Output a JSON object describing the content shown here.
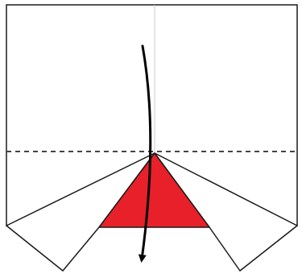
{
  "diagram": {
    "step": "origami-fold-down-along-dashed-line",
    "colors": {
      "paper_fill": "#ffffff",
      "outline": "#1a1a1a",
      "center_crease": "#c8c8c8",
      "fold_line": "#444444",
      "triangle_fill": "#e8202a",
      "arrow": "#000000"
    },
    "fold_line_style": "dashed",
    "arrow_direction": "down"
  }
}
